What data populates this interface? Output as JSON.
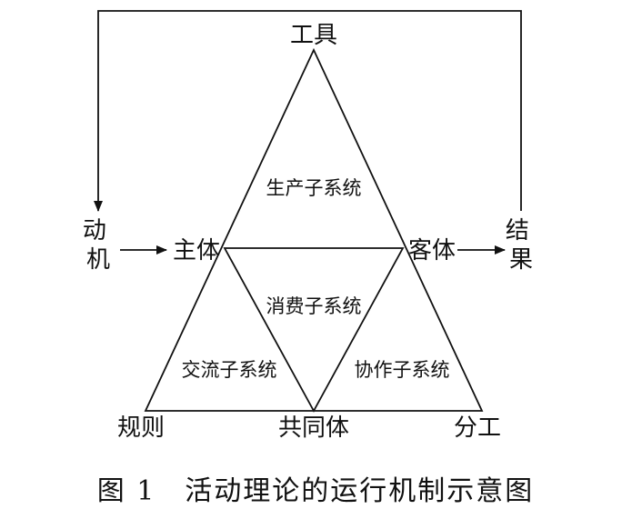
{
  "diagram": {
    "nodes": {
      "tool": "工具",
      "subject": "主体",
      "object": "客体",
      "motive": "动机",
      "result": "结果",
      "rules": "规则",
      "community": "共同体",
      "division": "分工"
    },
    "subsystems": {
      "production": "生产子系统",
      "consumption": "消费子系统",
      "exchange": "交流子系统",
      "distribution": "协作子系统"
    },
    "caption": "图 1　活动理论的运行机制示意图"
  },
  "colors": {
    "ink": "#111111",
    "background": "#ffffff"
  }
}
